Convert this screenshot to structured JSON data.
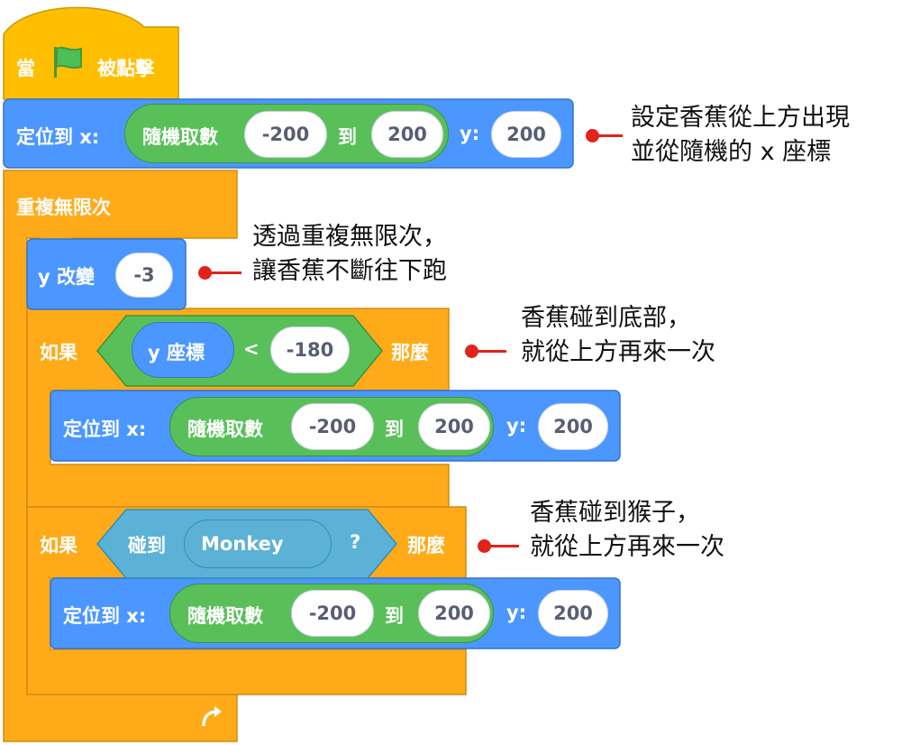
{
  "colors": {
    "events": "#ffbf00",
    "control": "#ffab19",
    "control_dark": "#cf8b17",
    "motion": "#4c97ff",
    "motion_dark": "#3373cc",
    "operators": "#59c059",
    "operators_dark": "#389438",
    "sensing": "#5cb1d6",
    "sensing_dark": "#2e8eb8",
    "annotation": "#e2231a",
    "flag": "#4cbf56"
  },
  "hat": {
    "when": "當",
    "flag_icon": "green-flag-icon",
    "clicked": "被點擊"
  },
  "goto1": {
    "label": "定位到 x:",
    "random": "隨機取數",
    "from": "-200",
    "to_label": "到",
    "to": "200",
    "y_label": "y:",
    "y": "200"
  },
  "forever": {
    "label": "重複無限次",
    "loop_icon": "loop-arrow-icon"
  },
  "change_y": {
    "label": "y 改變",
    "value": "-3"
  },
  "if1": {
    "if_label": "如果",
    "then_label": "那麼",
    "reporter": "y 座標",
    "op": "<",
    "value": "-180"
  },
  "goto2": {
    "label": "定位到 x:",
    "random": "隨機取數",
    "from": "-200",
    "to_label": "到",
    "to": "200",
    "y_label": "y:",
    "y": "200"
  },
  "if2": {
    "if_label": "如果",
    "then_label": "那麼",
    "touching": "碰到",
    "target": "Monkey",
    "question": "?"
  },
  "goto3": {
    "label": "定位到 x:",
    "random": "隨機取數",
    "from": "-200",
    "to_label": "到",
    "to": "200",
    "y_label": "y:",
    "y": "200"
  },
  "notes": {
    "n1": [
      "設定香蕉從上方出現",
      "並從隨機的 x 座標"
    ],
    "n2": [
      "透過重複無限次，",
      "讓香蕉不斷往下跑"
    ],
    "n3": [
      "香蕉碰到底部，",
      "就從上方再來一次"
    ],
    "n4": [
      "香蕉碰到猴子，",
      "就從上方再來一次"
    ]
  }
}
